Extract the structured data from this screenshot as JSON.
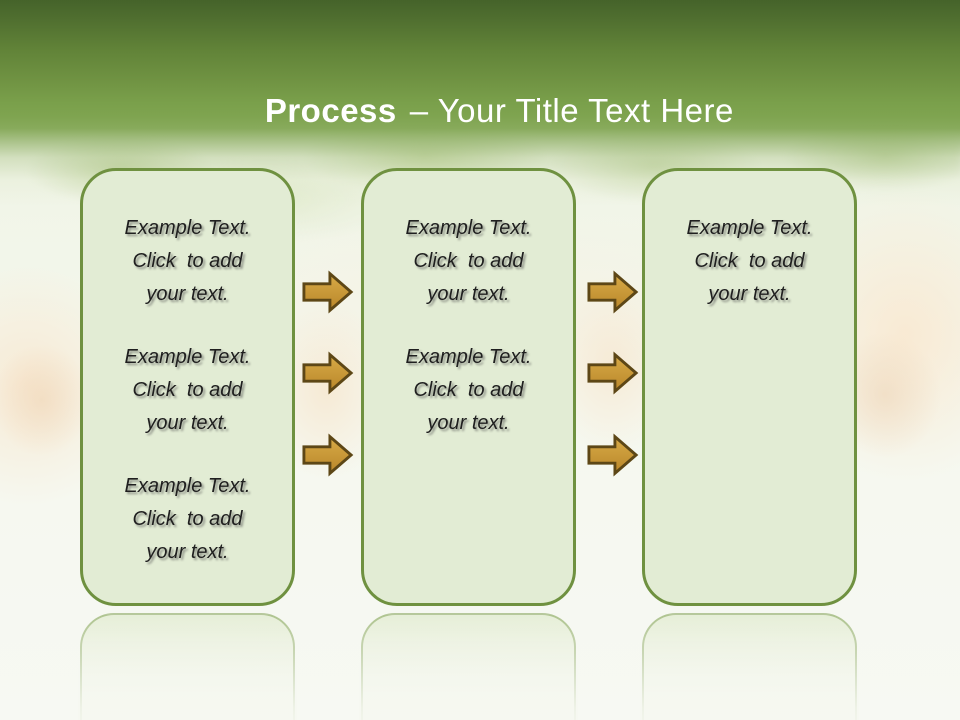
{
  "slide": {
    "title": {
      "keyword": "Process",
      "separator_and_text": "– Your Title Text Here"
    },
    "process_boxes": [
      {
        "label": "step-1",
        "text_blocks": [
          "Example Text.\nClick  to add\nyour text.",
          "Example Text.\nClick  to add\nyour text.",
          "Example Text.\nClick  to add\nyour text."
        ]
      },
      {
        "label": "step-2",
        "text_blocks": [
          "Example Text.\nClick  to add\nyour text.",
          "Example Text.\nClick  to add\nyour text."
        ]
      },
      {
        "label": "step-3",
        "text_blocks": [
          "Example Text.\nClick  to add\nyour text."
        ]
      }
    ],
    "arrow_groups": [
      {
        "between": "step-1-and-step-2",
        "arrow_count": 3
      },
      {
        "between": "step-2-and-step-3",
        "arrow_count": 3
      }
    ],
    "colors": {
      "header_green_dark": "#45632a",
      "header_green_light": "#7fa450",
      "title_text": "#ffffff",
      "box_fill": "#e2ecd4",
      "box_border": "#6f9140",
      "arrow_fill_light": "#d8ab47",
      "arrow_fill_dark": "#b9862a",
      "arrow_border": "#5d4716",
      "body_text": "#1f1f1f",
      "background": "#f6f8f1"
    }
  }
}
